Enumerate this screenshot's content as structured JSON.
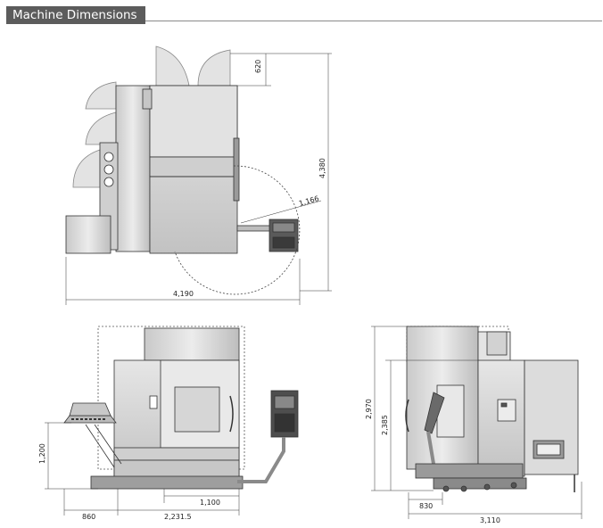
{
  "header": {
    "title": "Machine Dimensions"
  },
  "colors": {
    "header_bg": "#5c5c5c",
    "body": "#d9d9d9",
    "body_dark": "#b8b8b8",
    "line": "#333333"
  },
  "top_view": {
    "dim_door": "620",
    "dim_height": "4,380",
    "dim_radius": "1,166",
    "dim_width": "4,190"
  },
  "front_view": {
    "dim_height": "1,200",
    "dim_left": "860",
    "dim_main": "2,231.5",
    "dim_inner": "1,100"
  },
  "side_view": {
    "dim_total_height": "2,970",
    "dim_height": "2,385",
    "dim_inner": "830",
    "dim_width": "3,110"
  }
}
